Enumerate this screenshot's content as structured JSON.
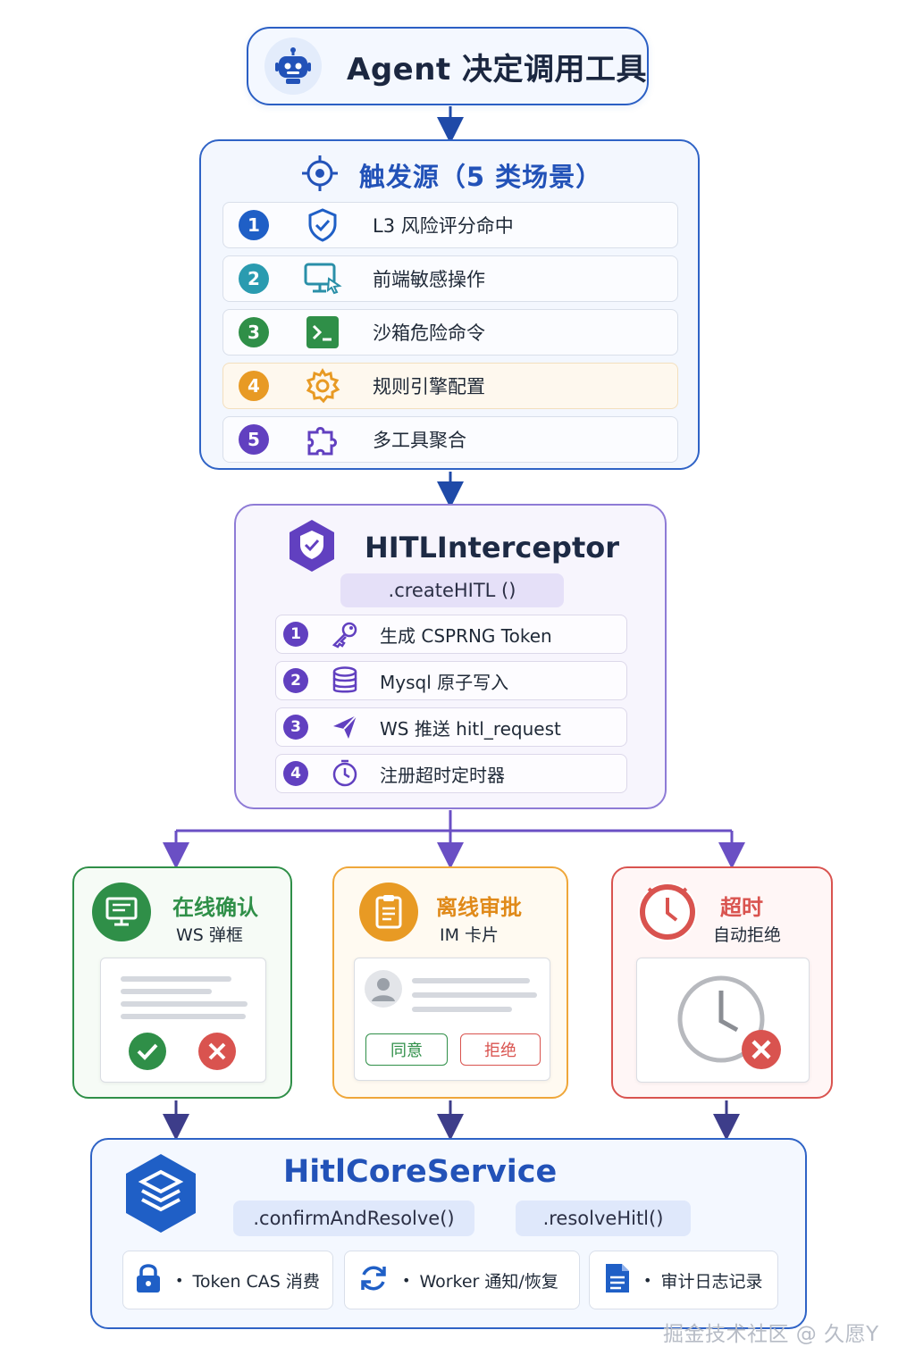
{
  "agent": {
    "title": "Agent 决定调用工具",
    "icon": "robot-icon"
  },
  "triggers": {
    "title": "触发源（5 类场景）",
    "icon": "target-icon",
    "items": [
      {
        "num": "1",
        "label": "L3 风险评分命中",
        "icon": "shield-check-icon",
        "color": "#1f5fc6"
      },
      {
        "num": "2",
        "label": "前端敏感操作",
        "icon": "monitor-cursor-icon",
        "color": "#2a9bb0"
      },
      {
        "num": "3",
        "label": "沙箱危险命令",
        "icon": "terminal-icon",
        "color": "#2f8f48"
      },
      {
        "num": "4",
        "label": "规则引擎配置",
        "icon": "gear-icon",
        "color": "#e89a24"
      },
      {
        "num": "5",
        "label": "多工具聚合",
        "icon": "puzzle-icon",
        "color": "#6140c0"
      }
    ]
  },
  "interceptor": {
    "title": "HITLInterceptor",
    "method": ".createHITL ()",
    "icon": "shield-icon",
    "steps": [
      {
        "num": "1",
        "label": "生成 CSPRNG Token",
        "icon": "key-icon"
      },
      {
        "num": "2",
        "label": "Mysql 原子写入",
        "icon": "database-icon"
      },
      {
        "num": "3",
        "label": "WS 推送 hitl_request",
        "icon": "send-icon"
      },
      {
        "num": "4",
        "label": "注册超时定时器",
        "icon": "timer-icon"
      }
    ]
  },
  "outcomes": {
    "online": {
      "title": "在线确认",
      "sub": "WS 弹框",
      "color": "#2f8f48"
    },
    "offline": {
      "title": "离线审批",
      "sub": "IM 卡片",
      "agree": "同意",
      "reject": "拒绝",
      "color": "#e89a24"
    },
    "timeout": {
      "title": "超时",
      "sub": "自动拒绝",
      "color": "#d9534f"
    }
  },
  "core": {
    "title": "HitlCoreService",
    "icon": "layers-icon",
    "methods": [
      ".confirmAndResolve()",
      ".resolveHitl()"
    ],
    "items": [
      {
        "label": "Token CAS 消费",
        "icon": "lock-icon"
      },
      {
        "label": "Worker 通知/恢复",
        "icon": "refresh-icon"
      },
      {
        "label": "审计日志记录",
        "icon": "document-icon"
      }
    ]
  },
  "watermark": "掘金技术社区 @ 久愿Y"
}
